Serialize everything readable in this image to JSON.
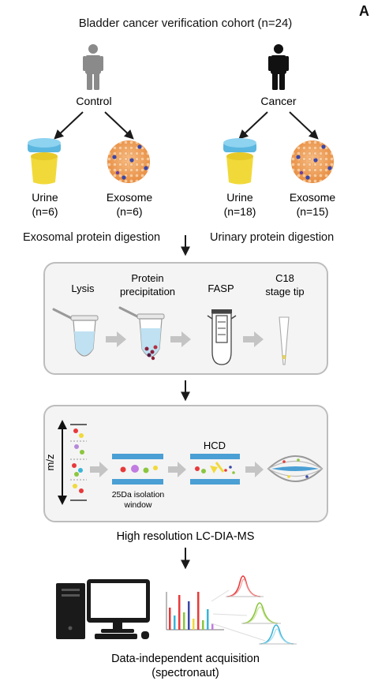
{
  "panel_letter": "A",
  "title": "Bladder cancer verification cohort (n=24)",
  "groups": {
    "control": {
      "label": "Control",
      "samples": [
        {
          "name": "Urine",
          "count": "(n=6)"
        },
        {
          "name": "Exosome",
          "count": "(n=6)"
        }
      ]
    },
    "cancer": {
      "label": "Cancer",
      "samples": [
        {
          "name": "Urine",
          "count": "(n=18)"
        },
        {
          "name": "Exosome",
          "count": "(n=15)"
        }
      ]
    }
  },
  "digestion": {
    "left": "Exosomal protein digestion",
    "right": "Urinary protein digestion"
  },
  "prep_steps": [
    {
      "lines": [
        "Lysis"
      ]
    },
    {
      "lines": [
        "Protein",
        "precipitation"
      ]
    },
    {
      "lines": [
        "FASP"
      ]
    },
    {
      "lines": [
        "C18",
        "stage tip"
      ]
    }
  ],
  "ms_panel": {
    "axis_label": "m/z",
    "window_label": [
      "25Da isolation",
      "window"
    ],
    "fragmentation": "HCD"
  },
  "ms_method": "High resolution LC-DIA-MS",
  "acquisition": {
    "line1": "Data-independent acquisition",
    "line2": "(spectronaut)"
  },
  "colors": {
    "arrow": "#1a1a1a",
    "box_border": "#bdbdbd",
    "box_fill": "#f4f4f4",
    "process_arrow": "#c4c4c4",
    "person_control": "#8a8a8a",
    "person_cancer": "#111111",
    "urine_lid": "#5bb7e0",
    "urine_cup": "#f1d93a",
    "exosome": "#f2a860",
    "channel": "#4a9fd4",
    "spectrum_red": "#e8393a",
    "spectrum_green": "#8cc63f",
    "spectrum_cyan": "#3ab4d8"
  }
}
